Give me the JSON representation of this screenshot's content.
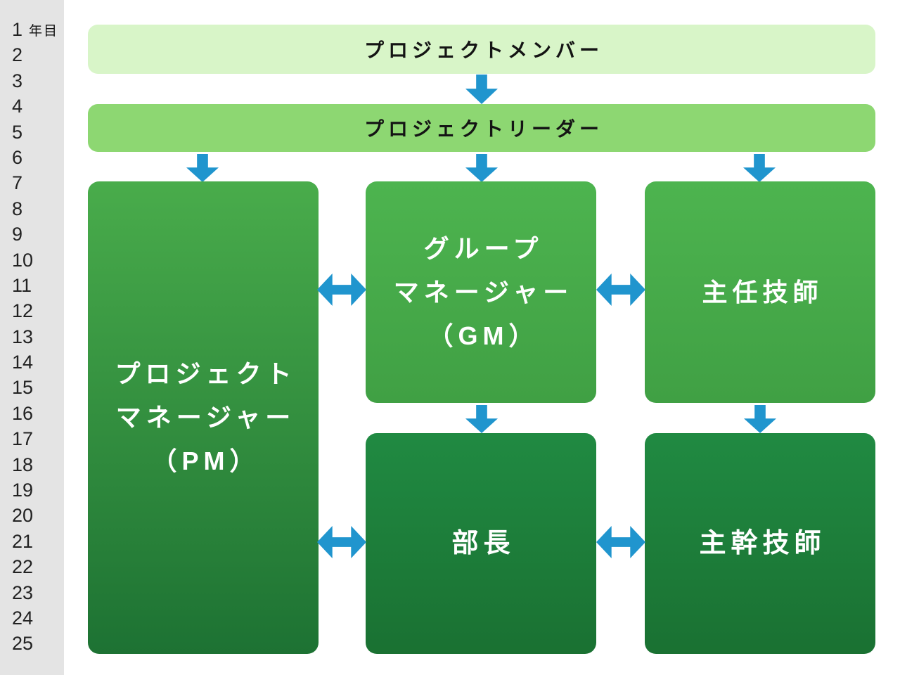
{
  "sidebar": {
    "year_label": "年目",
    "row_numbers": [
      "1",
      "2",
      "3",
      "4",
      "5",
      "6",
      "7",
      "8",
      "9",
      "10",
      "11",
      "12",
      "13",
      "14",
      "15",
      "16",
      "17",
      "18",
      "19",
      "20",
      "21",
      "22",
      "23",
      "24",
      "25"
    ]
  },
  "diagram": {
    "bars": {
      "members": "プロジェクトメンバー",
      "leader": "プロジェクトリーダー"
    },
    "boxes": {
      "pm": {
        "lines": [
          "プロジェクト",
          "マネージャー",
          "（PM）"
        ]
      },
      "gm": {
        "lines": [
          "グループ",
          "マネージャー",
          "（GM）"
        ]
      },
      "chief_engineer": "主任技師",
      "department_head": "部長",
      "senior_engineer": "主幹技師"
    },
    "colors": {
      "sidebar_bg": "#e4e4e4",
      "bar_members_bg": "#d8f5c8",
      "bar_leader_bg": "#8dd772",
      "mid_green_top": "#4db44f",
      "mid_green_bottom": "#40a044",
      "dark_green_top": "#208a42",
      "dark_green_bottom": "#1a7132",
      "pm_gradient_top": "#49ac4b",
      "pm_gradient_bottom": "#1d7233",
      "arrow_blue": "#2095ce"
    }
  }
}
